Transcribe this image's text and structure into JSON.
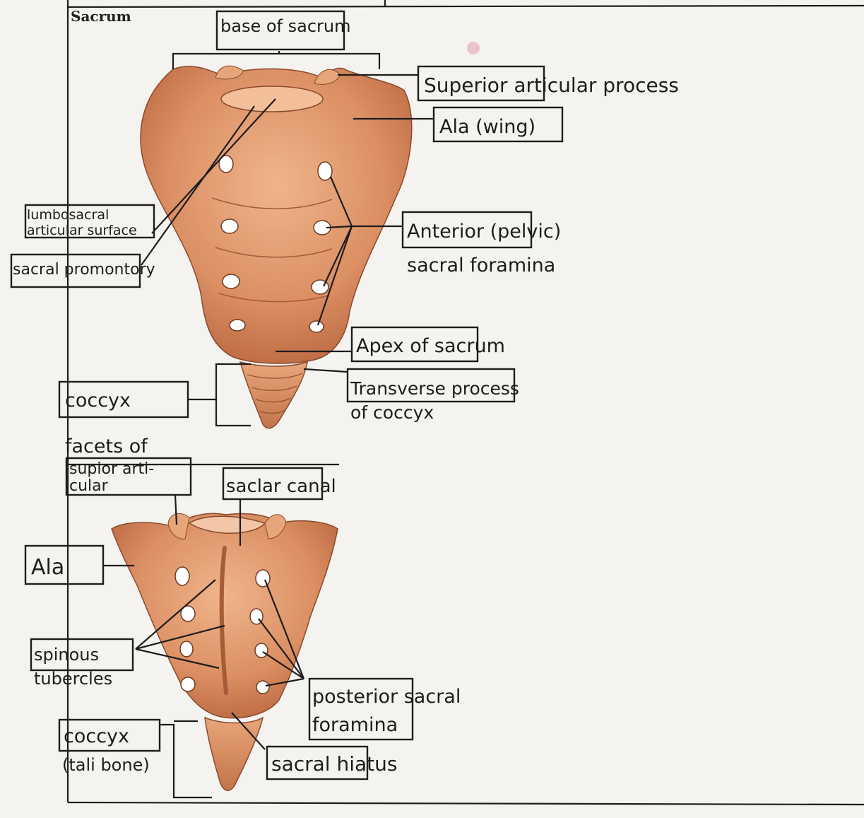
{
  "header": {
    "title": "Sacrum"
  },
  "colors": {
    "paper": "#f4f3ef",
    "bone_light": "#e8a97e",
    "bone_mid": "#d98a5e",
    "bone_dark": "#b56a42",
    "ink": "#1d1d1d"
  },
  "anterior_view": {
    "labels": {
      "base": "base of sacrum",
      "superior_articular": "Superior articular process",
      "ala": "Ala (wing)",
      "lumbosacral_1": "lumbosacral",
      "lumbosacral_2": "articular surface",
      "promontory": "sacral promontory",
      "anterior_foramina_1": "Anterior (pelvic)",
      "anterior_foramina_2": "sacral foramina",
      "apex": "Apex of sacrum",
      "transverse_1": "Transverse process",
      "transverse_2": "of coccyx",
      "coccyx": "coccyx"
    }
  },
  "posterior_view": {
    "labels": {
      "facets_1": "facets of",
      "facets_2": "supior arti-",
      "facets_3": "cular",
      "canal": "saclar canal",
      "ala": "Ala",
      "spinous_1": "spinous",
      "spinous_2": "tubercles",
      "posterior_foramina_1": "posterior sacral",
      "posterior_foramina_2": "foramina",
      "coccyx_1": "coccyx",
      "coccyx_2": "(tali bone)",
      "hiatus": "sacral hiatus"
    }
  }
}
